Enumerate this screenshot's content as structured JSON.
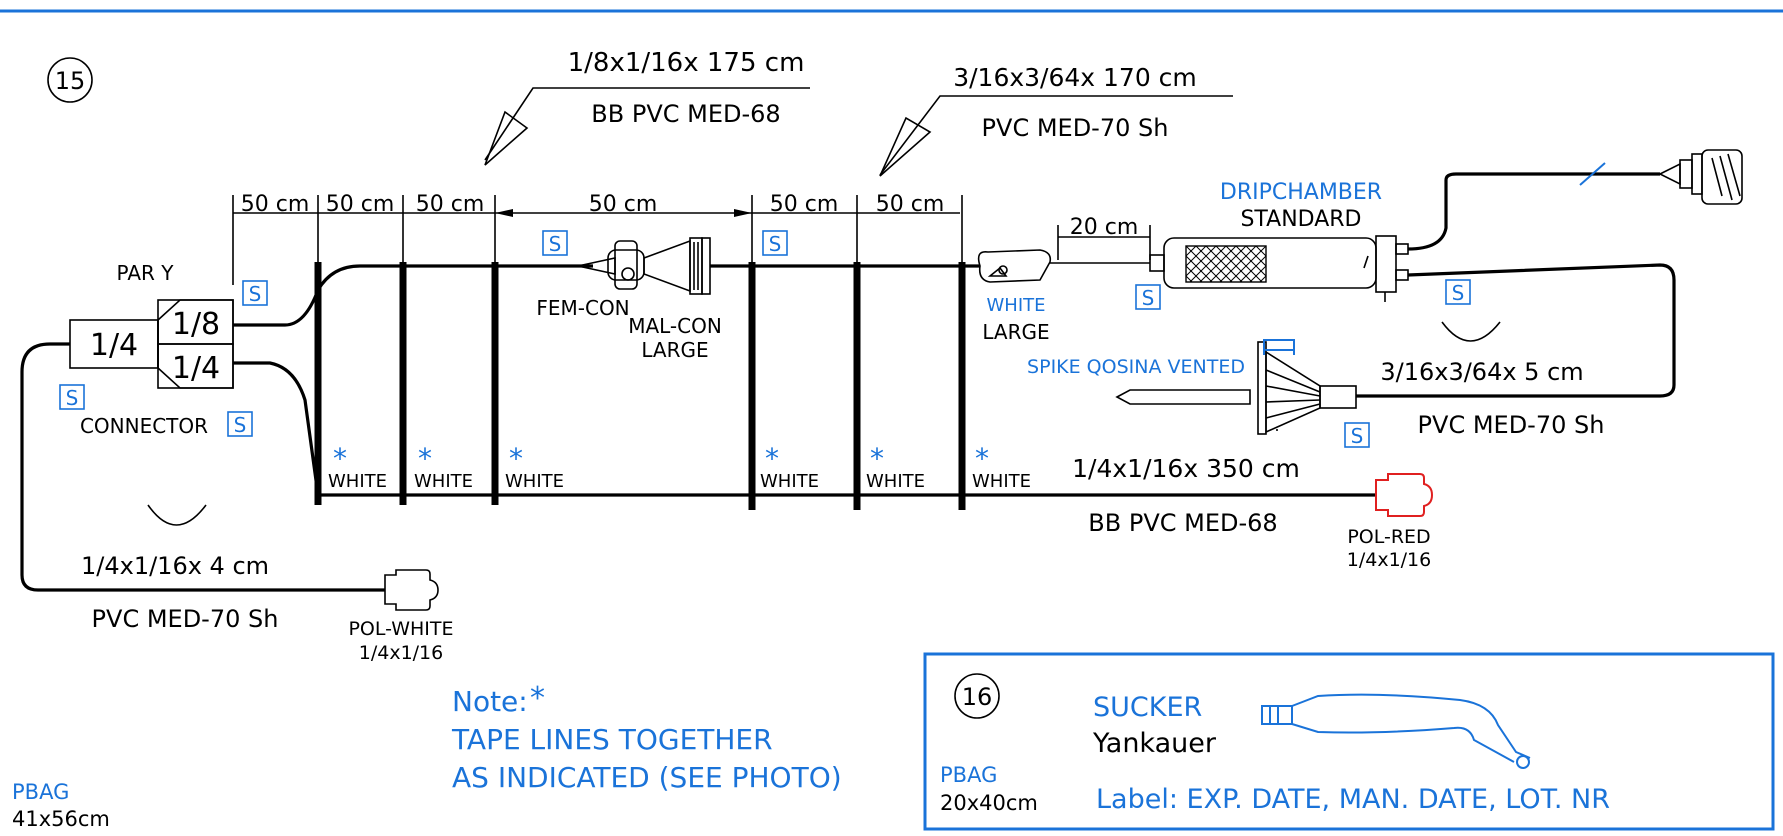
{
  "colors": {
    "line": "#000000",
    "blue": "#1a73d9",
    "red": "#e02020"
  },
  "item_15": {
    "number": "15",
    "tube_top": {
      "size": "1/8x1/16x 175 cm",
      "material": "BB PVC MED-68"
    },
    "tube_mid": {
      "size": "3/16x3/64x 170 cm",
      "material": "PVC MED-70 Sh"
    },
    "dims": {
      "d1": "50 cm",
      "d2": "50 cm",
      "d3": "50 cm",
      "d4": "50 cm",
      "d5": "50 cm",
      "d6": "50 cm",
      "d7": "20 cm"
    },
    "par_y": "PAR Y",
    "connector": {
      "left": "1/4",
      "top": "1/8",
      "bottom": "1/4",
      "label": "CONNECTOR"
    },
    "s_mark": "S",
    "fem_con": "FEM-CON",
    "mal_con": {
      "line1": "MAL-CON",
      "line2": "LARGE"
    },
    "clamp": {
      "color": "WHITE",
      "size": "LARGE"
    },
    "dripchamber": {
      "line1": "DRIPCHAMBER",
      "line2": "STANDARD"
    },
    "spike": "SPIKE QOSINA VENTED",
    "tube_short": {
      "size": "3/16x3/64x  5  cm",
      "material": "PVC MED-70 Sh"
    },
    "tape_star": "*",
    "tape_label": "WHITE",
    "tube_long": {
      "size": "1/4x1/16x 350 cm",
      "material": "BB PVC MED-68"
    },
    "pol_red": {
      "line1": "POL-RED",
      "line2": "1/4x1/16"
    },
    "tube_left": {
      "size": "1/4x1/16x  4  cm",
      "material": "PVC MED-70 Sh"
    },
    "pol_white": {
      "line1": "POL-WHITE",
      "line2": "1/4x1/16"
    },
    "note": {
      "title": "Note:",
      "star": "*",
      "line1": "TAPE LINES TOGETHER",
      "line2": "AS INDICATED (SEE PHOTO)"
    },
    "pbag": {
      "label": "PBAG",
      "size": "41x56cm"
    }
  },
  "item_16": {
    "number": "16",
    "name": "SUCKER",
    "type": "Yankauer",
    "pbag": {
      "label": "PBAG",
      "size": "20x40cm"
    },
    "label_text": "Label:  EXP. DATE, MAN. DATE, LOT. NR"
  }
}
